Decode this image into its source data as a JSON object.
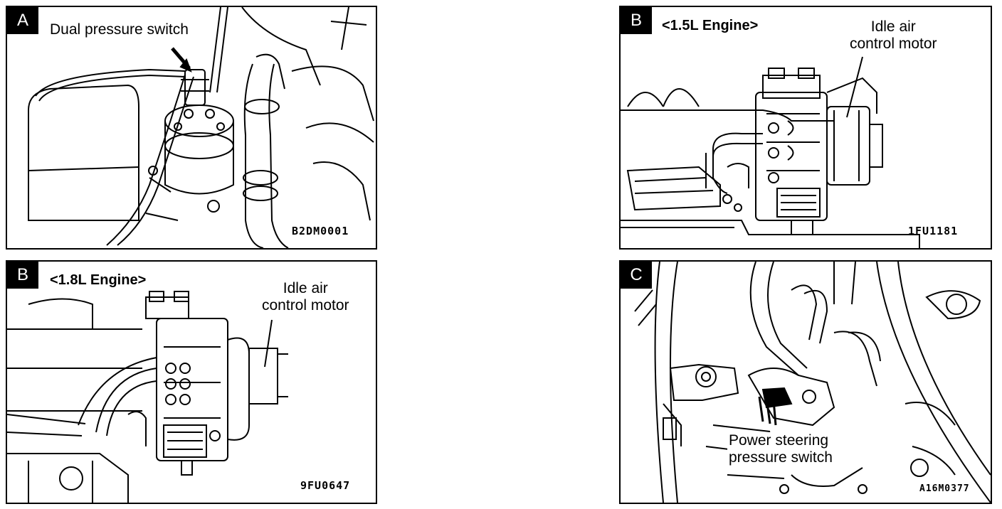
{
  "panels": {
    "a": {
      "letter": "A",
      "callout": "Dual pressure switch",
      "code": "B2DM0001"
    },
    "b15": {
      "letter": "B",
      "engine": "<1.5L  Engine>",
      "callout": "Idle air\ncontrol motor",
      "code": "1FU1181"
    },
    "b18": {
      "letter": "B",
      "engine": "<1.8L  Engine>",
      "callout": "Idle air\ncontrol motor",
      "code": "9FU0647"
    },
    "c": {
      "letter": "C",
      "callout": "Power steering\npressure switch",
      "code": "A16M0377"
    }
  }
}
